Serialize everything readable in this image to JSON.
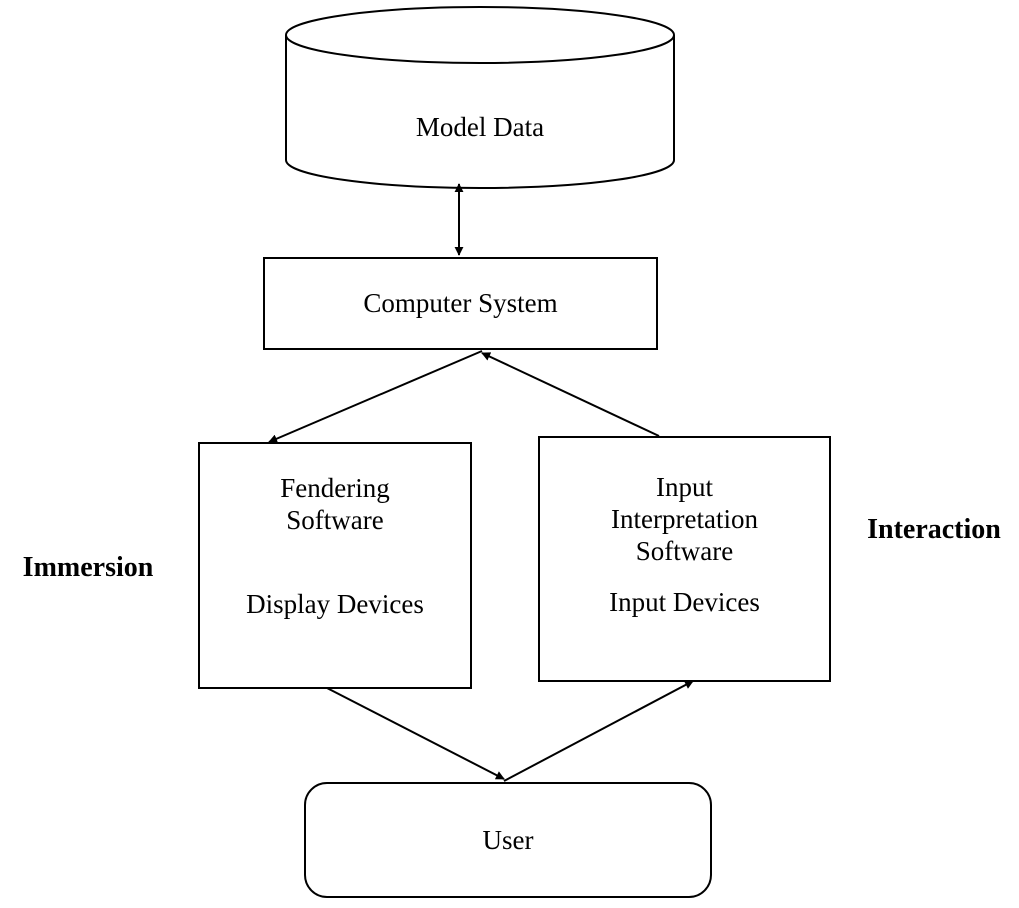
{
  "nodes": {
    "model_data": "Model Data",
    "computer_system": "Computer System",
    "rendering_line1": "Fendering",
    "rendering_line2": "Software",
    "display_devices": "Display Devices",
    "input_line1": "Input",
    "input_line2": "Interpretation",
    "input_line3": "Software",
    "input_devices": "Input Devices",
    "user": "User"
  },
  "labels": {
    "immersion": "Immersion",
    "interaction": "Interaction"
  },
  "edges": [
    {
      "from": "model-data",
      "to": "computer-system",
      "direction": "both"
    },
    {
      "from": "computer-system",
      "to": "rendering-box",
      "direction": "forward"
    },
    {
      "from": "input-box",
      "to": "computer-system",
      "direction": "forward"
    },
    {
      "from": "rendering-box",
      "to": "user",
      "direction": "forward"
    },
    {
      "from": "user",
      "to": "input-box",
      "direction": "forward"
    }
  ]
}
